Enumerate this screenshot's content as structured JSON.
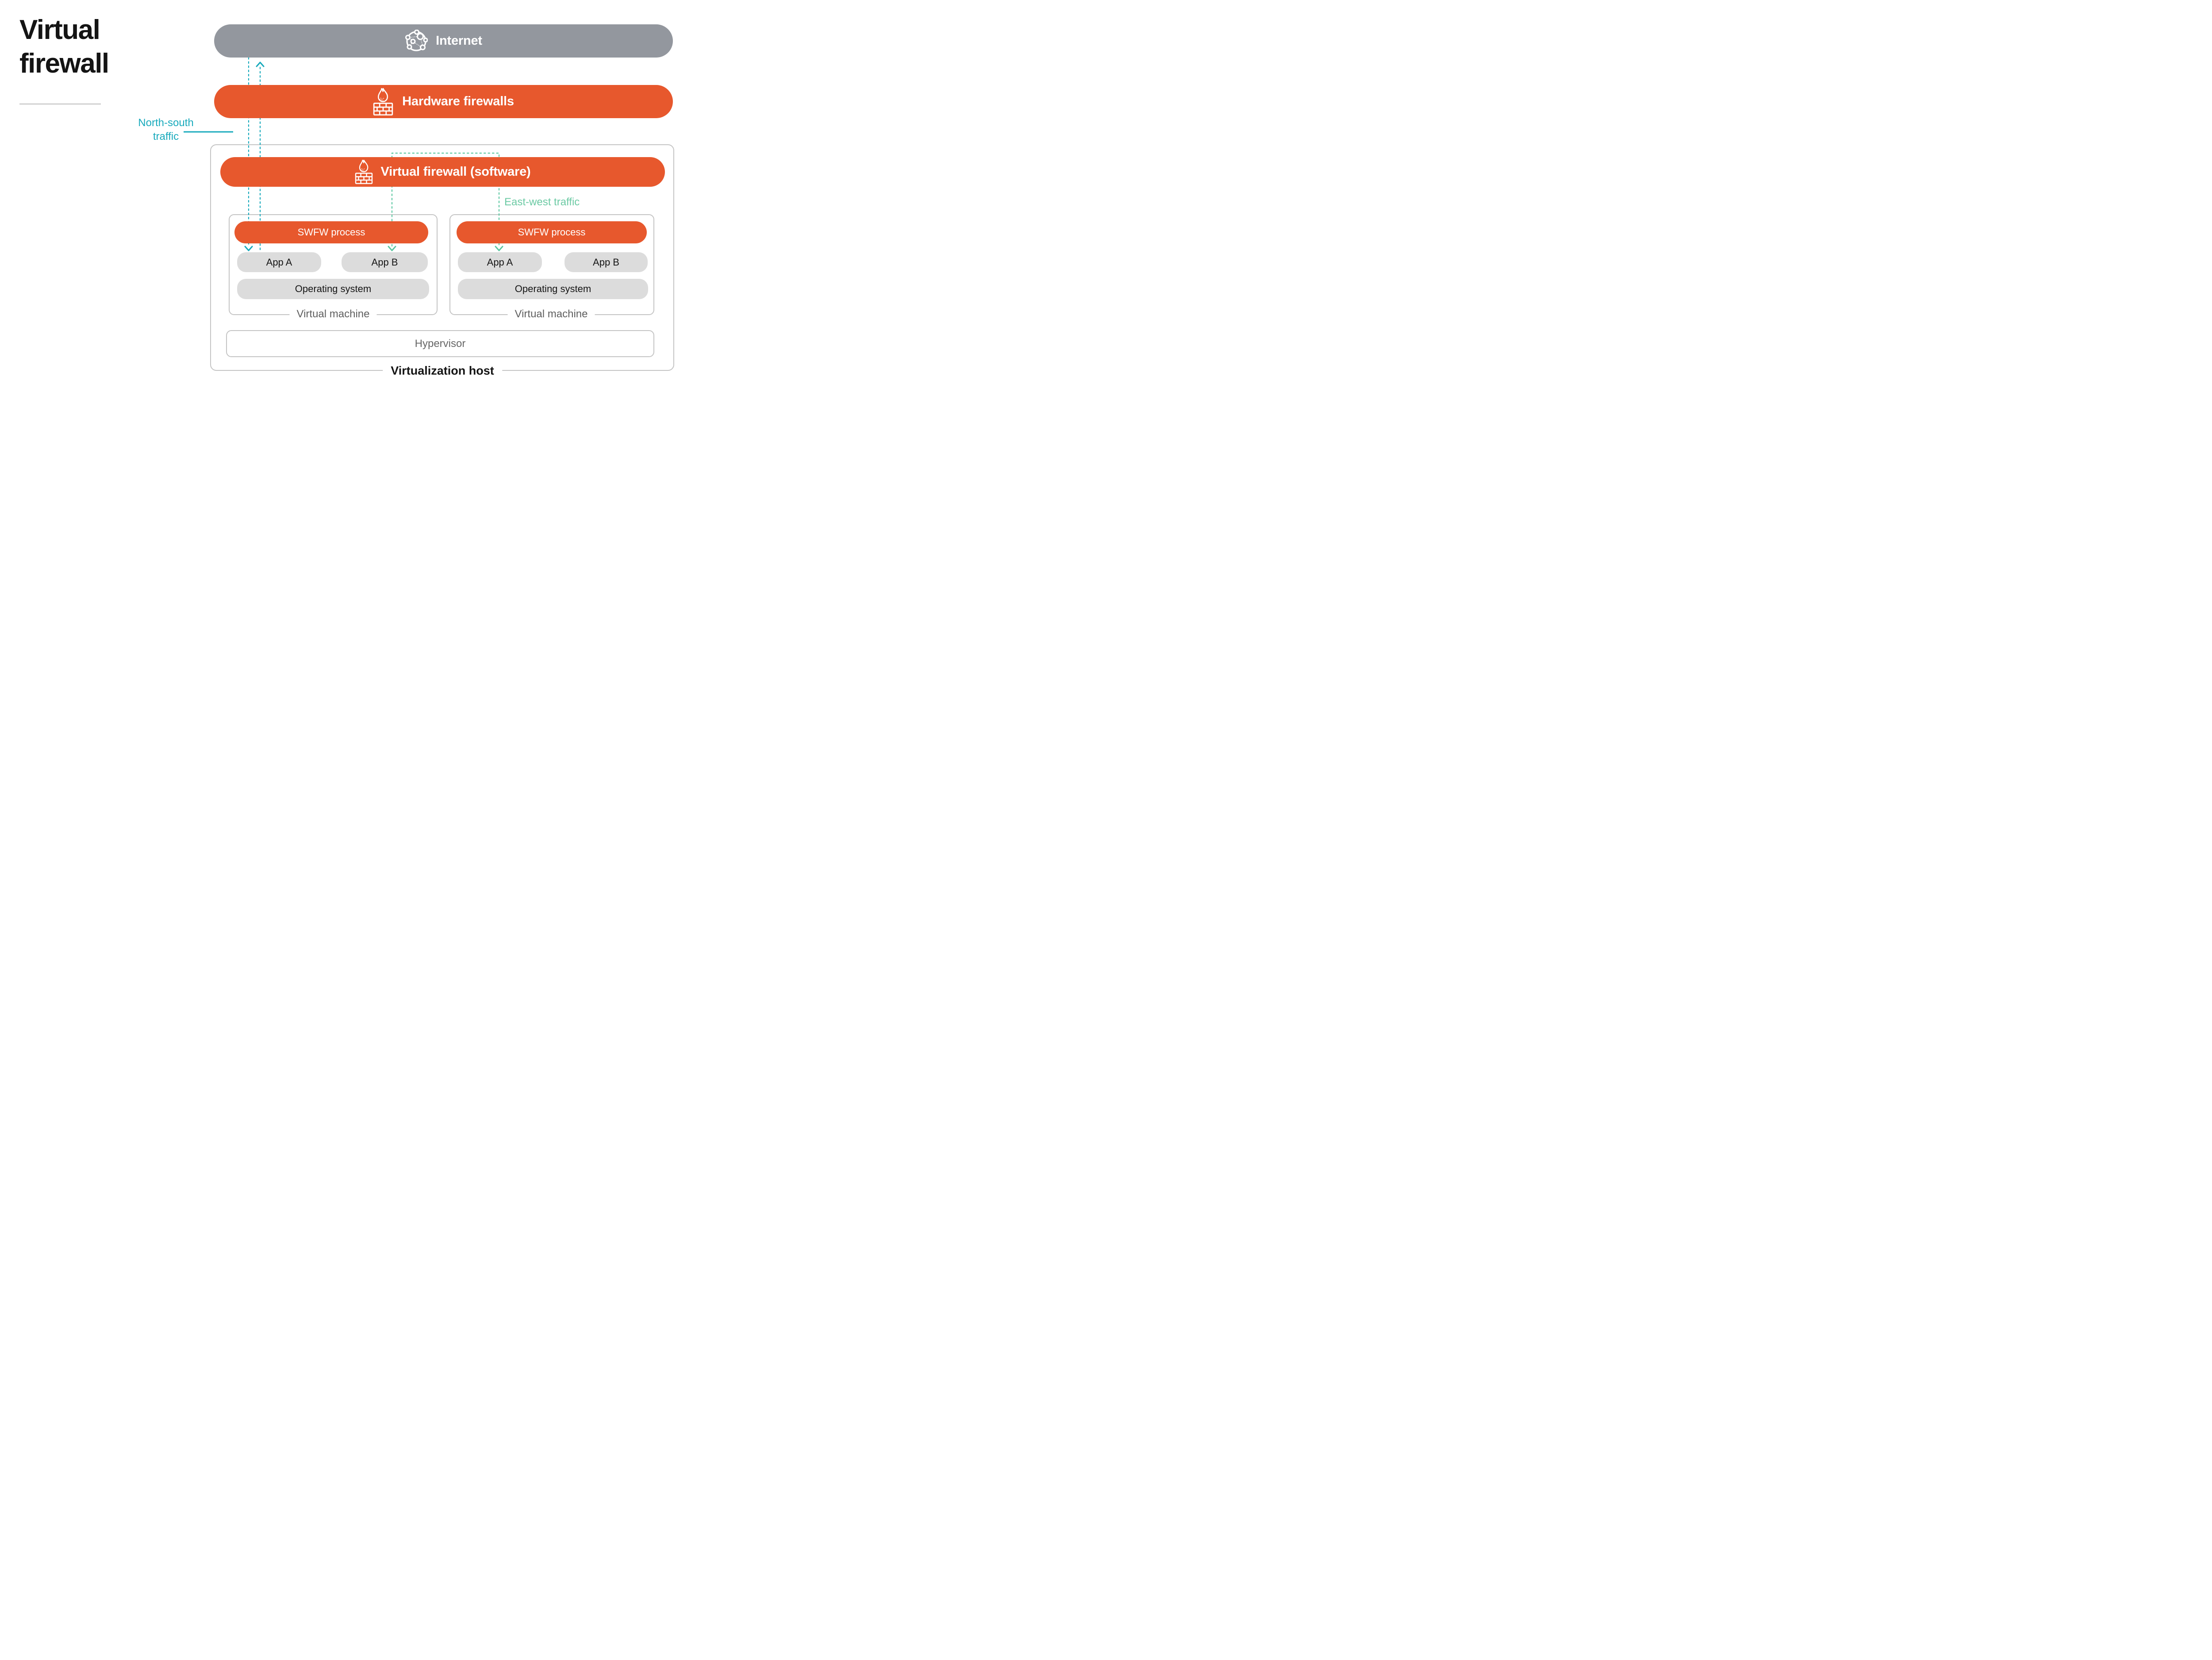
{
  "title": {
    "line1": "Virtual",
    "line2": "firewall"
  },
  "bars": {
    "internet": "Internet",
    "hardware": "Hardware firewalls",
    "virtual_firewall": "Virtual firewall (software)"
  },
  "traffic": {
    "north_south_line1": "North-south",
    "north_south_line2": "traffic",
    "east_west": "East-west traffic"
  },
  "vm1": {
    "swfw": "SWFW process",
    "app_a": "App A",
    "app_b": "App B",
    "os": "Operating system",
    "caption": "Virtual machine"
  },
  "vm2": {
    "swfw": "SWFW process",
    "app_a": "App A",
    "app_b": "App B",
    "os": "Operating system",
    "caption": "Virtual machine"
  },
  "host": {
    "hypervisor": "Hypervisor",
    "caption": "Virtualization host"
  },
  "icons": {
    "internet": "globe-network-icon",
    "firewall": "firewall-flame-brick-icon"
  },
  "colors": {
    "orange": "#E7582D",
    "gray_bar": "#93979E",
    "pill_gray": "#DCDCDC",
    "border_gray": "#C4C4C4",
    "teal": "#18AABC",
    "green": "#5CC7A1",
    "green_label": "#6CCAA4",
    "ink": "#141414"
  }
}
